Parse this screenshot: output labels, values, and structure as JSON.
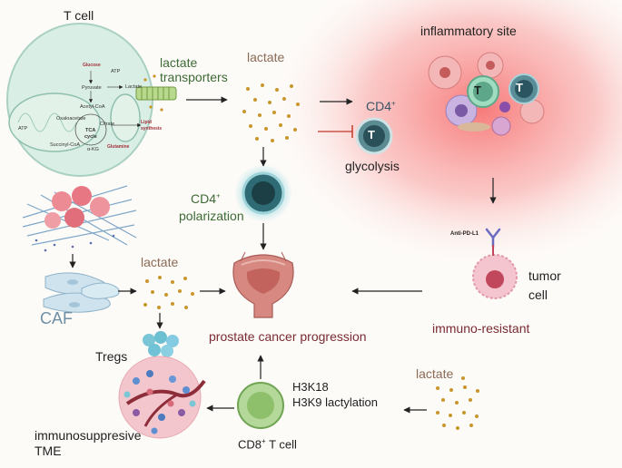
{
  "tcell": {
    "title": "T cell",
    "glucose": "Glucose",
    "atp_top": "ATP",
    "pyruvate": "Pyruvate",
    "lactate_small": "Lactate",
    "acetyl_coa": "Acetyl-CoA",
    "oxaloacetate": "Oxaloacetate",
    "citrate": "Citrate",
    "atp_left": "ATP",
    "tca": "TCA",
    "cycle": "cycle",
    "succinyl_coa": "Succinyl-CoA",
    "akg": "α-KG",
    "lipid": "Lipid",
    "synthesis": "synthesis",
    "glutamine": "Glutamine"
  },
  "labels": {
    "lactate_transporters_1": "lactate",
    "lactate_transporters_2": "transporters",
    "lactate_top": "lactate",
    "inflammatory_site": "inflammatory site",
    "cd4": "CD4",
    "cd4_sup": "+",
    "glycolysis": "glycolysis",
    "cd4_pol": "CD4",
    "cd4_pol_sup": "+",
    "polarization": "polarization",
    "anti_pdl1": "Anti-PD-L1",
    "tumor": "tumor",
    "cell": "cell",
    "lactate_mid": "lactate",
    "caf": "CAF",
    "prostate": "prostate cancer progression",
    "immuno_resistant": "immuno-resistant",
    "tregs": "Tregs",
    "h3k18": "H3K18",
    "h3k9": "H3K9 lactylation",
    "lactate_bottom": "lactate",
    "immunosuppressive": "immunosuppresive",
    "tme": "TME",
    "cd8": "CD8",
    "cd8_sup": "+",
    "tcell_suffix": " T cell",
    "t_letter": "T"
  },
  "colors": {
    "inflammation": "#f26a6a",
    "cell_green": "#cfe8dc",
    "teal_cell": "#2e6670",
    "lactate_dot": "#c9962a",
    "cd8_green": "#8ebf6a"
  }
}
